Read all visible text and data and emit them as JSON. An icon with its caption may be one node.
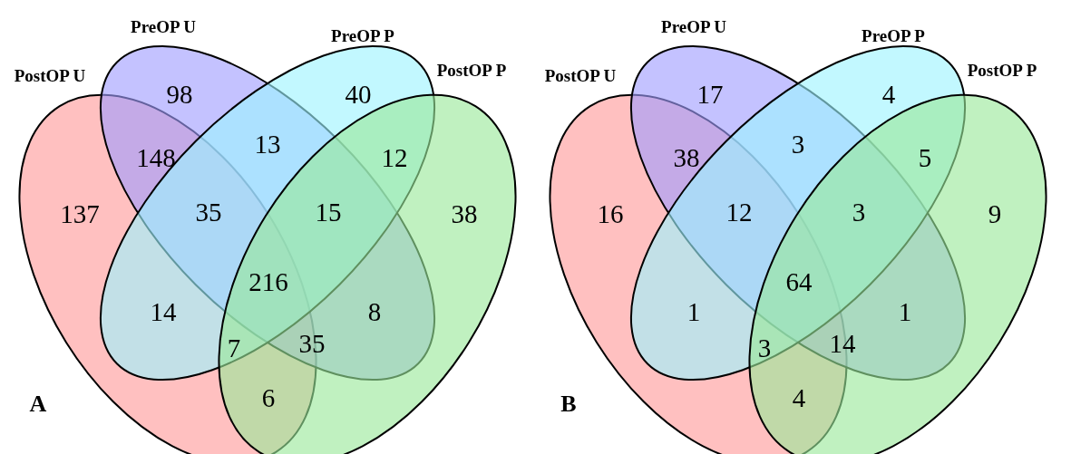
{
  "diagram": {
    "nodes": [
      {
        "text": [
          "PostOP U"
        ]
      },
      {
        "text": [
          "PreOP U"
        ]
      },
      {
        "text": [
          "PreOP P"
        ]
      },
      {
        "text": [
          "PostOP P"
        ]
      },
      {
        "text": [
          "PostOP U"
        ]
      },
      {
        "text": [
          "PreOP U"
        ]
      },
      {
        "text": [
          "PreOP P"
        ]
      },
      {
        "text": [
          "PostOP P"
        ]
      }
    ],
    "labels": [
      "98",
      "40",
      "148",
      "13",
      "12",
      "137",
      "35",
      "15",
      "38",
      "216",
      "14",
      "8",
      "7",
      "35",
      "A",
      "6",
      "17",
      "4",
      "38",
      "3",
      "5",
      "16",
      "12",
      "3",
      "9",
      "64",
      "1",
      "1",
      "3",
      "14",
      "B",
      "4"
    ]
  }
}
